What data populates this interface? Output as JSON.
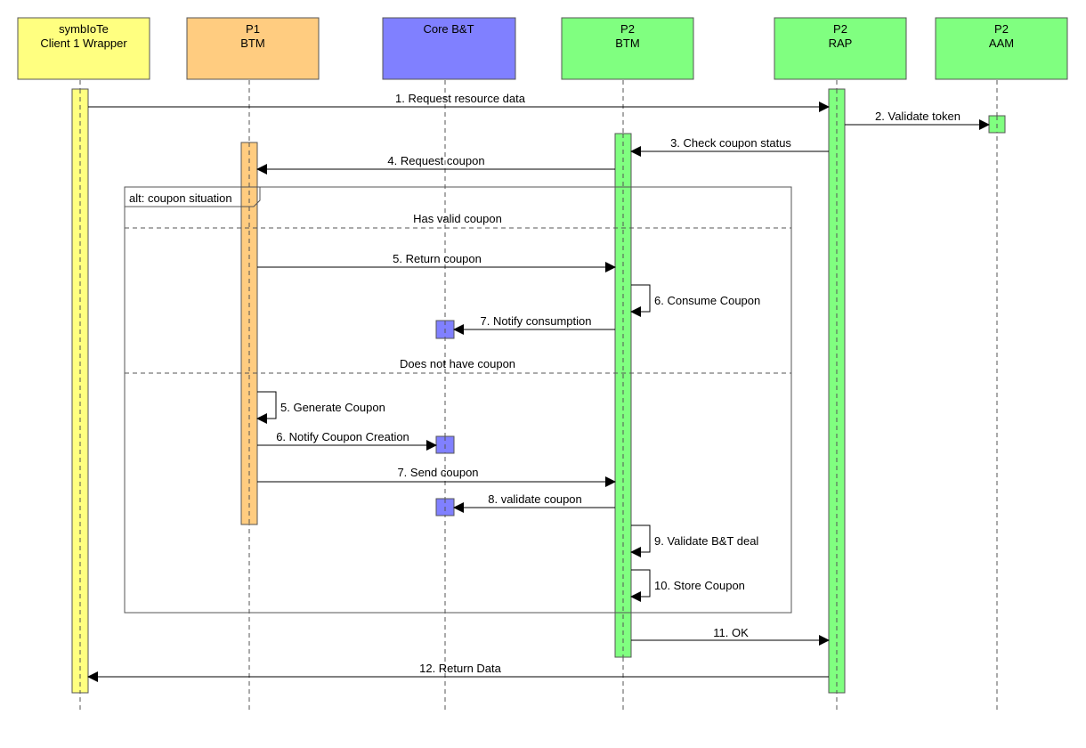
{
  "participants": [
    {
      "id": "client",
      "line1": "symbIoTe",
      "line2": "Client 1 Wrapper",
      "color": "#ffff80"
    },
    {
      "id": "p1btm",
      "line1": "P1",
      "line2": "BTM",
      "color": "#ffcc80"
    },
    {
      "id": "corebt",
      "line1": "Core B&T",
      "line2": "",
      "color": "#8080ff"
    },
    {
      "id": "p2btm",
      "line1": "P2",
      "line2": "BTM",
      "color": "#80ff80"
    },
    {
      "id": "p2rap",
      "line1": "P2",
      "line2": "RAP",
      "color": "#80ff80"
    },
    {
      "id": "p2aam",
      "line1": "P2",
      "line2": "AAM",
      "color": "#80ff80"
    }
  ],
  "alt_frame": {
    "label": "alt: coupon situation",
    "guards": [
      "Has valid coupon",
      "Does not have coupon"
    ]
  },
  "messages": [
    {
      "label": "1. Request resource data"
    },
    {
      "label": "2. Validate token"
    },
    {
      "label": "3. Check coupon status"
    },
    {
      "label": "4. Request coupon"
    },
    {
      "label": "5. Return coupon"
    },
    {
      "label": "6. Consume Coupon"
    },
    {
      "label": "7. Notify consumption"
    },
    {
      "label": "5. Generate Coupon"
    },
    {
      "label": "6. Notify Coupon Creation"
    },
    {
      "label": "7. Send coupon"
    },
    {
      "label": "8. validate coupon"
    },
    {
      "label": "9. Validate B&T deal"
    },
    {
      "label": "10. Store Coupon"
    },
    {
      "label": "11. OK"
    },
    {
      "label": "12. Return Data"
    }
  ]
}
